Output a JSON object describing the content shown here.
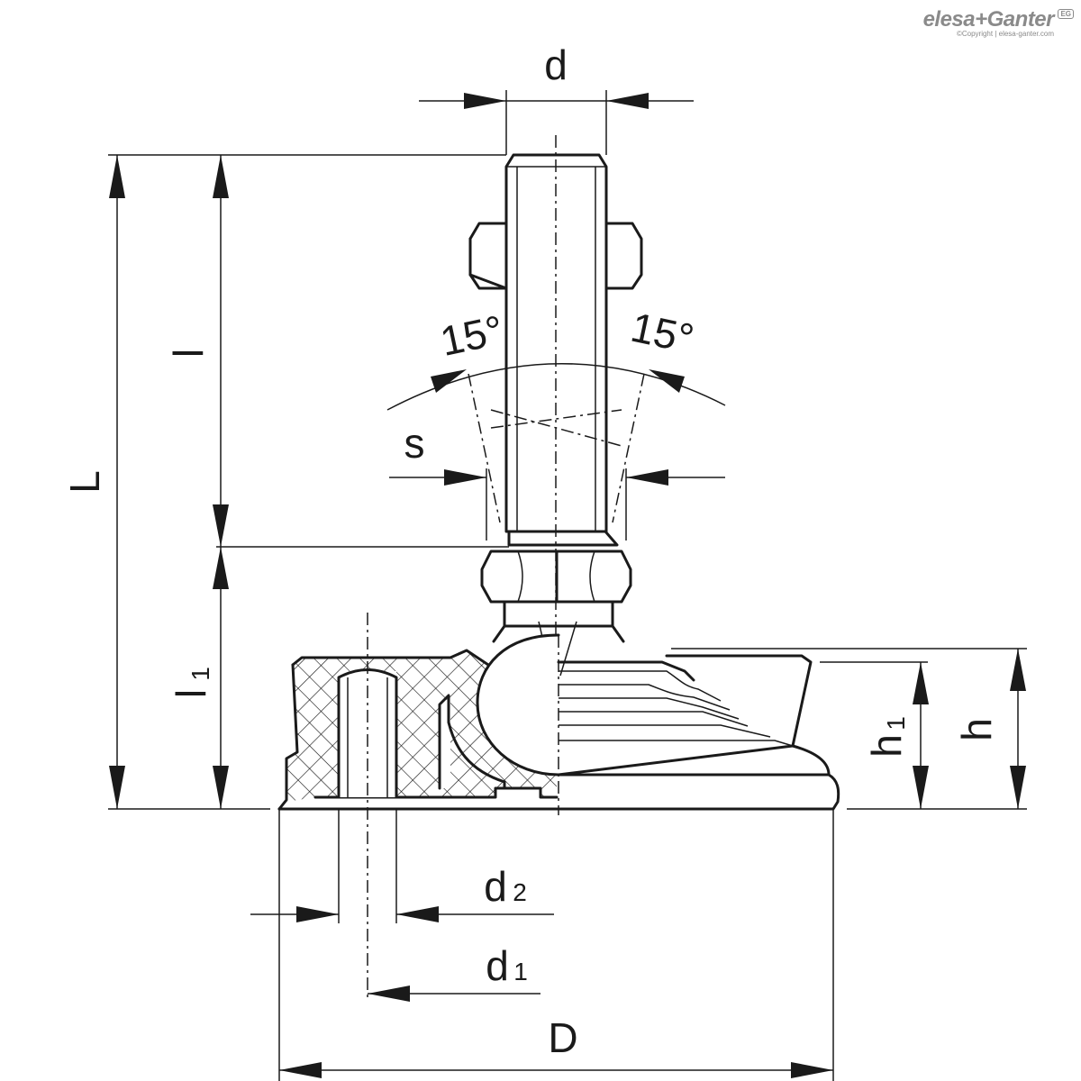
{
  "logo": {
    "brand": "elesa+Ganter",
    "copyright": "©Copyright | elesa-ganter.com",
    "badge": "EG"
  },
  "labels": {
    "d": "d",
    "L": "L",
    "l": "l",
    "l1": "l",
    "l1_sub": "1",
    "angle_left": "15°",
    "angle_right": "15°",
    "s": "s",
    "h": "h",
    "h1": "h",
    "h1_sub": "1",
    "d2": "d",
    "d2_sub": "2",
    "d1": "d",
    "d1_sub": "1",
    "D": "D"
  }
}
